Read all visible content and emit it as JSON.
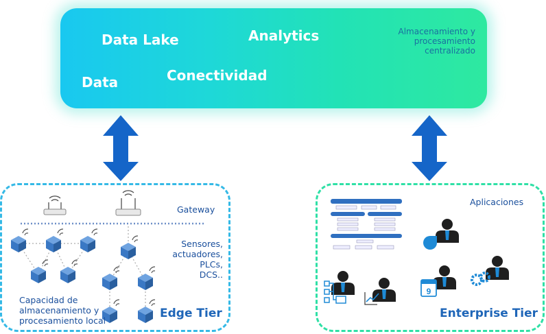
{
  "cloud": {
    "data_lake": "Data Lake",
    "analytics": "Analytics",
    "data": "Data",
    "conectividad": "Conectividad",
    "storage_note": "Almacenamiento y\nprocesamiento\ncentralizado"
  },
  "edge": {
    "gateway": "Gateway",
    "sensors": "Sensores,\nactuadores,\nPLCs,\nDCS..",
    "capacity": "Capacidad de\nalmacenamiento y\nprocesamiento local",
    "tier": "Edge Tier"
  },
  "enterprise": {
    "apps": "Aplicaciones",
    "tier": "Enterprise Tier",
    "calendar_day": "9"
  },
  "colors": {
    "arrow": "#1565c8",
    "edge_border": "#35b9e6",
    "enterprise_border": "#2fe0a6",
    "node": "#3a78c4",
    "person_suit": "#1f1f1f",
    "tie": "#1e8ad6"
  }
}
